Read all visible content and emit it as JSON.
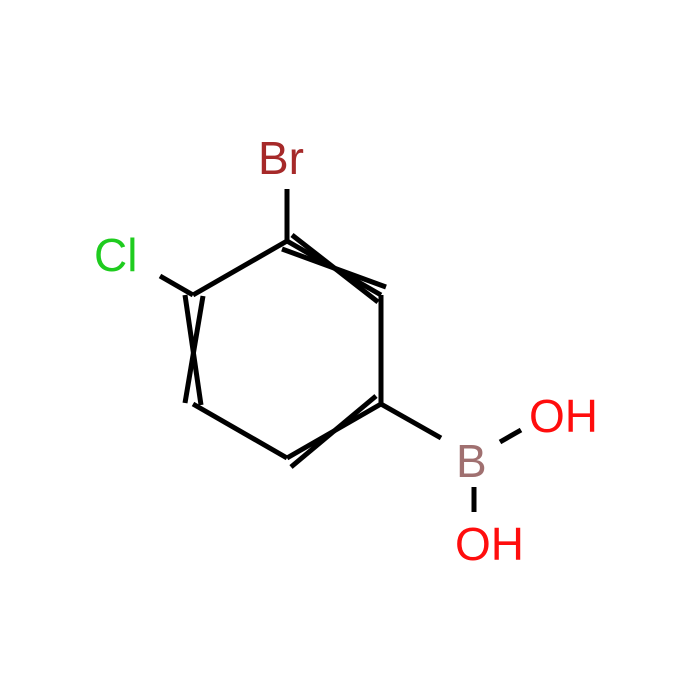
{
  "molecule": {
    "atoms": {
      "bromine": {
        "symbol": "Br",
        "color": "#a62929"
      },
      "chlorine": {
        "symbol": "Cl",
        "color": "#1fcc1f"
      },
      "boron": {
        "symbol": "B",
        "color": "#a07070"
      },
      "hydroxyl_top": {
        "symbol": "OH",
        "color": "#ff0d0d"
      },
      "hydroxyl_bottom": {
        "symbol": "OH",
        "color": "#ff0d0d"
      }
    },
    "bond_color": "#000000",
    "background": "#ffffff"
  }
}
